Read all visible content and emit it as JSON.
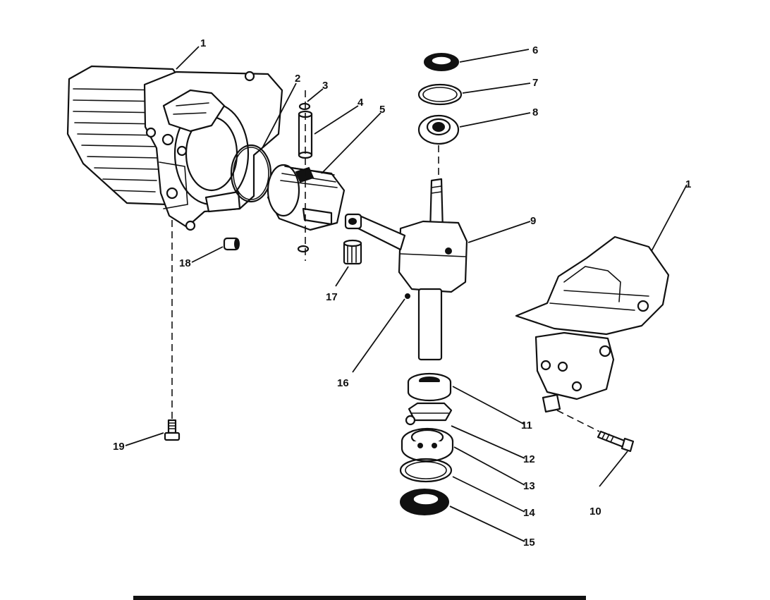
{
  "callouts": [
    {
      "id": "c1a",
      "text": "1"
    },
    {
      "id": "c1b",
      "text": "1"
    },
    {
      "id": "c2",
      "text": "2"
    },
    {
      "id": "c3",
      "text": "3"
    },
    {
      "id": "c4",
      "text": "4"
    },
    {
      "id": "c5",
      "text": "5"
    },
    {
      "id": "c6",
      "text": "6"
    },
    {
      "id": "c7",
      "text": "7"
    },
    {
      "id": "c8",
      "text": "8"
    },
    {
      "id": "c9",
      "text": "9"
    },
    {
      "id": "c10",
      "text": "10"
    },
    {
      "id": "c11",
      "text": "11"
    },
    {
      "id": "c12",
      "text": "12"
    },
    {
      "id": "c13",
      "text": "13"
    },
    {
      "id": "c14",
      "text": "14"
    },
    {
      "id": "c15",
      "text": "15"
    },
    {
      "id": "c16",
      "text": "16"
    },
    {
      "id": "c17",
      "text": "17"
    },
    {
      "id": "c18",
      "text": "18"
    },
    {
      "id": "c19",
      "text": "19"
    }
  ]
}
